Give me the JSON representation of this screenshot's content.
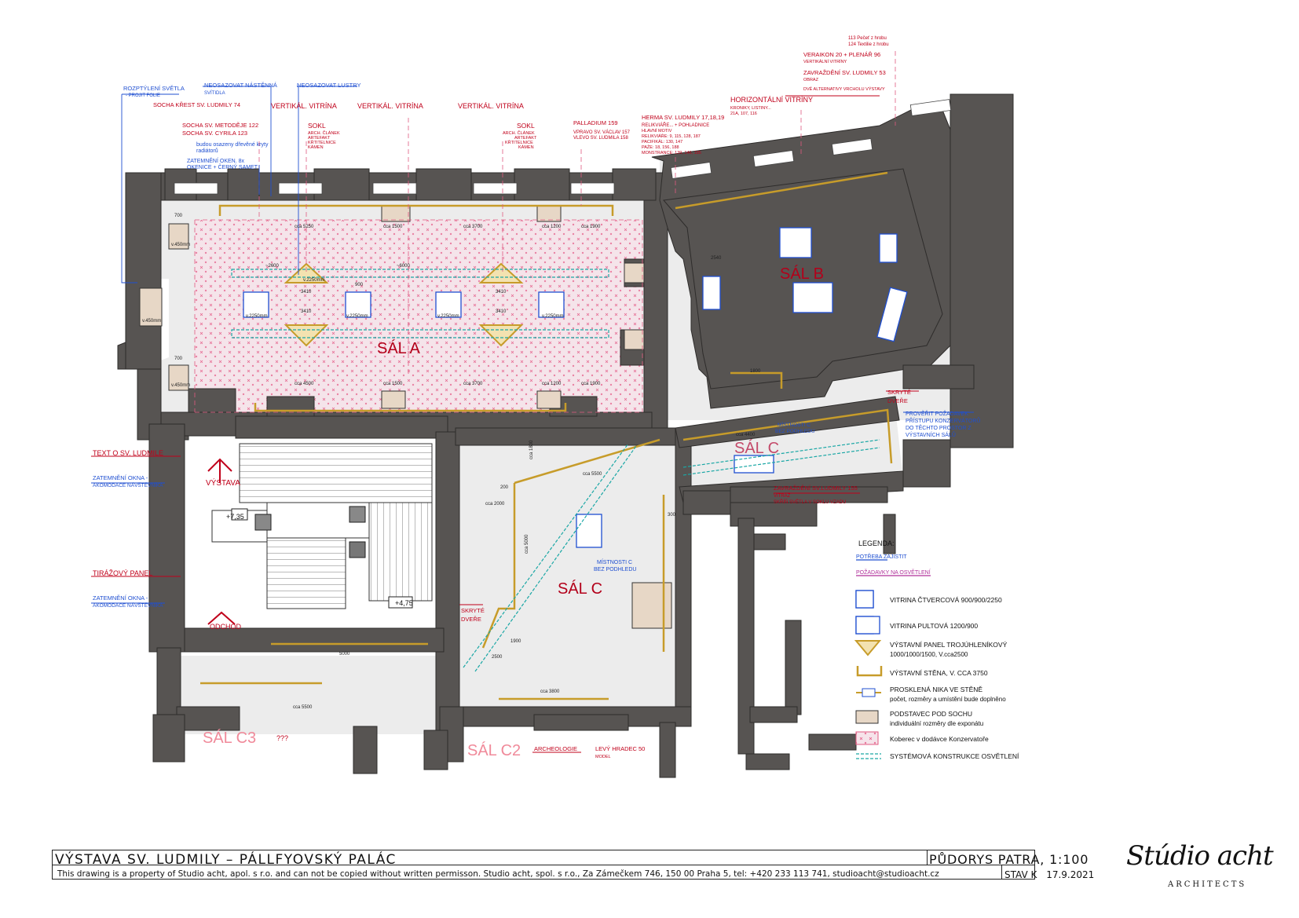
{
  "title_block": {
    "project": "VÝSTAVA SV. LUDMILY – PÁLLFYOVSKÝ PALÁC",
    "copyright": "This drawing is a property of Studio acht, apol. s r.o. and can not be copied without written permisson. Studio acht, spol. s r.o., Za Zámečkem 746, 150 00 Praha 5, tel: +420 233 113 741, studioacht@studioacht.cz",
    "sheet": "PŮDORYS PATRA, 1:100",
    "status": "STAV K",
    "date": "17.9.2021",
    "logo_script": "Stúdio acht",
    "logo_sub": "ARCHITECTS"
  },
  "rooms": {
    "sal_a": "SÁL A",
    "sal_b": "SÁL B",
    "sal_c": "SÁL C",
    "sal_c_corr": "SÁL C",
    "sal_c2": "SÁL C2",
    "sal_c3": "SÁL C3",
    "sal_c3_q": "???",
    "vystava": "VÝSTAVA",
    "odchod": "ODCHOD",
    "level_1": "+7,35",
    "level_2": "+4,75",
    "mistnosti_c": "MÍSTNOSTI C",
    "bez_podhledu": "BEZ PODHLEDU",
    "mistnosti_c2": "MÍSTNOSTI C",
    "bez_podhledu2": "BEZ PODHLEDU"
  },
  "annotations": {
    "rozptyleni": "ROZPTÝLENÍ SVĚTLA",
    "projit_folie": "- PROJIT FOLIE",
    "neosazovat_nastenna": "NEOSAZOVAT NÁSTĚNNÁ",
    "svitidla": "SVÍTIDLA",
    "neosazovat_lustry": "NEOSAZOVAT LUSTRY",
    "socha_krest": "SOCHA KŘEST SV. LUDMILY 74",
    "vertikal_1": "VERTIKÁL. VITRÍNA",
    "vertikal_2": "VERTIKÁL. VITRÍNA",
    "vertikal_3": "VERTIKÁL. VITRÍNA",
    "socha_metodeje": "SOCHA SV. METODĚJE 122",
    "socha_cyrila": "SOCHA SV. CYRILA 123",
    "sokl_1": "SOKL",
    "sokl_1_a": "ARCH. ČLÁNEK",
    "sokl_1_b": "ARTEFAKT",
    "sokl_1_c": "KŘTITELNICE",
    "sokl_1_d": "KÁMEN",
    "sokl_2": "SOKL",
    "sokl_2_a": "ARCH. ČLÁNEK",
    "sokl_2_b": "ARTEFAKT",
    "sokl_2_c": "KŘTITELNICE",
    "sokl_2_d": "KÁMEN",
    "budou_osazeny": "budou osazeny dřevěné kryty",
    "radiatoru": "radiátorů",
    "zatemneni_oken": "ZATEMNĚNÍ OKEN. 8x",
    "okenice": "OKENICE + ČERNÝ SAMET",
    "palladium": "PALLADIUM 159",
    "vpravo": "VPRAVO SV. VÁCLAV 157",
    "vlevo": "VLEVO SV. LUDMILA 158",
    "herma": "HERMA SV. LUDMILY 17,18,19",
    "relikviare": "RELIKVIÁŘE... + POHLADNICE",
    "hlavni_motiv": "HLAVNÍ MOTIV",
    "relikviare_2": "RELIKVIÁŘE: 9, 115, 128, 187",
    "pacifikal": "PACIFIKÁL: 130, 147",
    "paze": "PAŽE: 18, 156, 188",
    "monstrance": "MONSTRANCE: 139, 146, 185",
    "horizontalni": "HORIZONTÁLNÍ VITRÍNY",
    "kroniky": "KRONIKY, LISTINY...",
    "horiz_nums": "21A, 107, 116",
    "pecat": "113 Pečeť z hrobu",
    "textilie": "124 Textilie z hrobu",
    "veraikon": "VERAIKON 20 + PLENÁŘ 96",
    "vertikalni": "VERTIKÁLNÍ VITRÍNY",
    "zavrazdeni_53": "ZAVRAŽDĚNÍ SV. LUDMILY 53",
    "obraz": "OBRAZ",
    "dve_alternativy": "DVĚ ALTERNATIVY VRCHOLU VÝSTAVY",
    "skryte_dvere_1": "SKRYTÉ",
    "skryte_dvere_1b": "DVEŘE",
    "proverit": "PROVĚŘIT POŽADAVEK",
    "pristupu": "PŘÍSTUPU KONZERVÁTORŮ",
    "do_techto": "DO TĚCHTO PROSTOR Z",
    "vystavnich": "VÝSTAVNÍCH SÁLŮ",
    "zavrazdeni_155": "ZAVRAŽDĚNÍ SV.LUDMILY 155",
    "vitraz": "VITRÁŽ",
    "skrin": "SKŘÍŇ SVĚTLA V SOKLU VZADU",
    "text_o_sv": "TEXT O SV. LUDMILE",
    "zatemneni_okna_1": "ZATEMNĚNÍ OKNA -",
    "akomodace_1": "AKOMODACE NÁVŠTĚVNÍKA",
    "tirazovy": "TIRÁŽOVÝ PANEL",
    "zatemneni_okna_2": "ZATEMNĚNÍ OKNA -",
    "akomodace_2": "AKOMODACE NÁVŠTĚVNÍKA",
    "skryte_dvere_2": "SKRYTÉ",
    "skryte_dvere_2b": "DVEŘE",
    "archeologie": "ARCHEOLOGIE",
    "levy_hradec": "LEVÝ HRADEC 50",
    "model": "MODEL"
  },
  "dimensions": {
    "d_cca5250": "cca 5250",
    "d_cca1500a": "cca 1500",
    "d_cca3700a": "cca 3700",
    "d_cca1200a": "cca 1200",
    "d_cca1900a": "cca 1900",
    "d_cca4500": "cca 4500",
    "d_cca1500b": "cca 1500",
    "d_cca3700b": "cca 3700",
    "d_cca1200b": "cca 1200",
    "d_cca1900b": "cca 1900",
    "d_2600": "~2600",
    "d_6000": "~6000",
    "d_900": "900",
    "d_700a": "700",
    "d_700b": "700",
    "d_v450a": "v.450mm",
    "d_v450b": "v.450mm",
    "d_v450c": "v.450mm",
    "d_v2250a": "v.2250mm",
    "d_v2250b": "v.2250mm",
    "d_v2250c": "v.2250mm",
    "d_v2250d": "v.2250mm",
    "d_v2250e": "v.2250mm",
    "d_3410a": "3410",
    "d_3410b": "3410",
    "d_3410c": "3410",
    "d_3410d": "3410",
    "d_4400": "cca 4400",
    "d_5500": "cca 5500",
    "d_2000": "cca 2000",
    "d_5000": "cca 5000",
    "d_3800": "cca 3800",
    "d_5000b": "5000",
    "d_5500b": "cca 5500",
    "d_1800": "cca 1800",
    "d_1900": "1900",
    "d_2500": "2500",
    "d_2540": "2540",
    "d_1800b": "1800",
    "d_200": "200",
    "d_300": "300"
  },
  "legend": {
    "title": "LEGENDA:",
    "potreba": "POTŘEBA ZAJISTIT",
    "pozadavky": "POŽADAVKY NA OSVĚTLENÍ",
    "items": [
      {
        "label": "VITRINA ČTVERCOVÁ 900/900/2250",
        "sub": ""
      },
      {
        "label": "VITRINA PULTOVÁ 1200/900",
        "sub": ""
      },
      {
        "label": "VÝSTAVNÍ PANEL TROJÚHLENÍKOVÝ",
        "sub": "1000/1000/1500, V.cca2500"
      },
      {
        "label": "VÝSTAVNÍ STĚNA, V. CCA 3750",
        "sub": ""
      },
      {
        "label": "PROSKLENÁ NIKA VE STĚNĚ",
        "sub": "počet, rozměry a umístění bude doplněno"
      },
      {
        "label": "PODSTAVEC POD SOCHU",
        "sub": "individuální rozměry dle exponátu"
      },
      {
        "label": "Koberec v dodávce Konzervatoře",
        "sub": ""
      },
      {
        "label": "SYSTÉMOVÁ KONSTRUKCE OSVĚTLENÍ",
        "sub": ""
      }
    ]
  },
  "colors": {
    "wall": "#575452",
    "floor": "#e6e6e6",
    "carpet": "#f3dde6",
    "carpet_dot": "#e44f7f",
    "red": "#c0001a",
    "blue": "#1f4fd1",
    "gold": "#c79c2a",
    "cyan": "#1aa7a5",
    "plinth": "#e7d7c6",
    "magenta": "#b0309a"
  }
}
